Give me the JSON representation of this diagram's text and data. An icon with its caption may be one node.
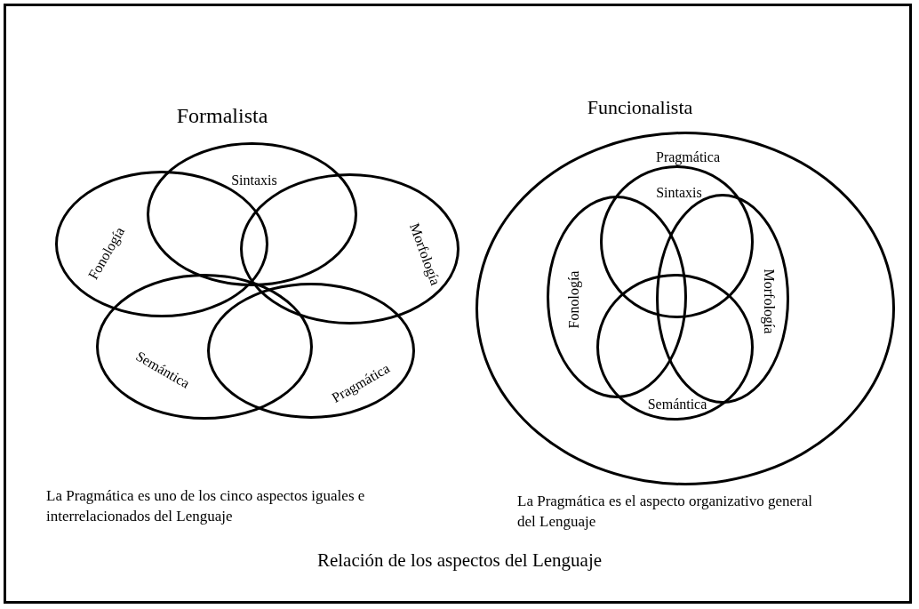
{
  "diagram": {
    "caption": "Relación de los aspectos del Lenguaje",
    "nodes": [
      {
        "text": [
          "Sintaxis"
        ]
      },
      {
        "text": [
          "Fonología"
        ]
      },
      {
        "text": [
          "Morfología"
        ]
      },
      {
        "text": [
          "Semántica"
        ]
      },
      {
        "text": [
          "Pragmática"
        ]
      },
      {
        "text": [
          "Pragmática"
        ]
      },
      {
        "text": [
          "Sintaxis"
        ],
        "in": 5
      },
      {
        "text": [
          "Fonología"
        ],
        "in": 5
      },
      {
        "text": [
          "Morfología"
        ],
        "in": 5
      },
      {
        "text": [
          "Semántica"
        ],
        "in": 5
      }
    ],
    "edges": [],
    "labels": [
      "Formalista",
      "Funcionalista",
      "La Pragmática es uno de los cinco aspectos iguales e interrelacionados del Lenguaje",
      "La Pragmática es el aspecto organizativo general del Lenguaje"
    ]
  }
}
